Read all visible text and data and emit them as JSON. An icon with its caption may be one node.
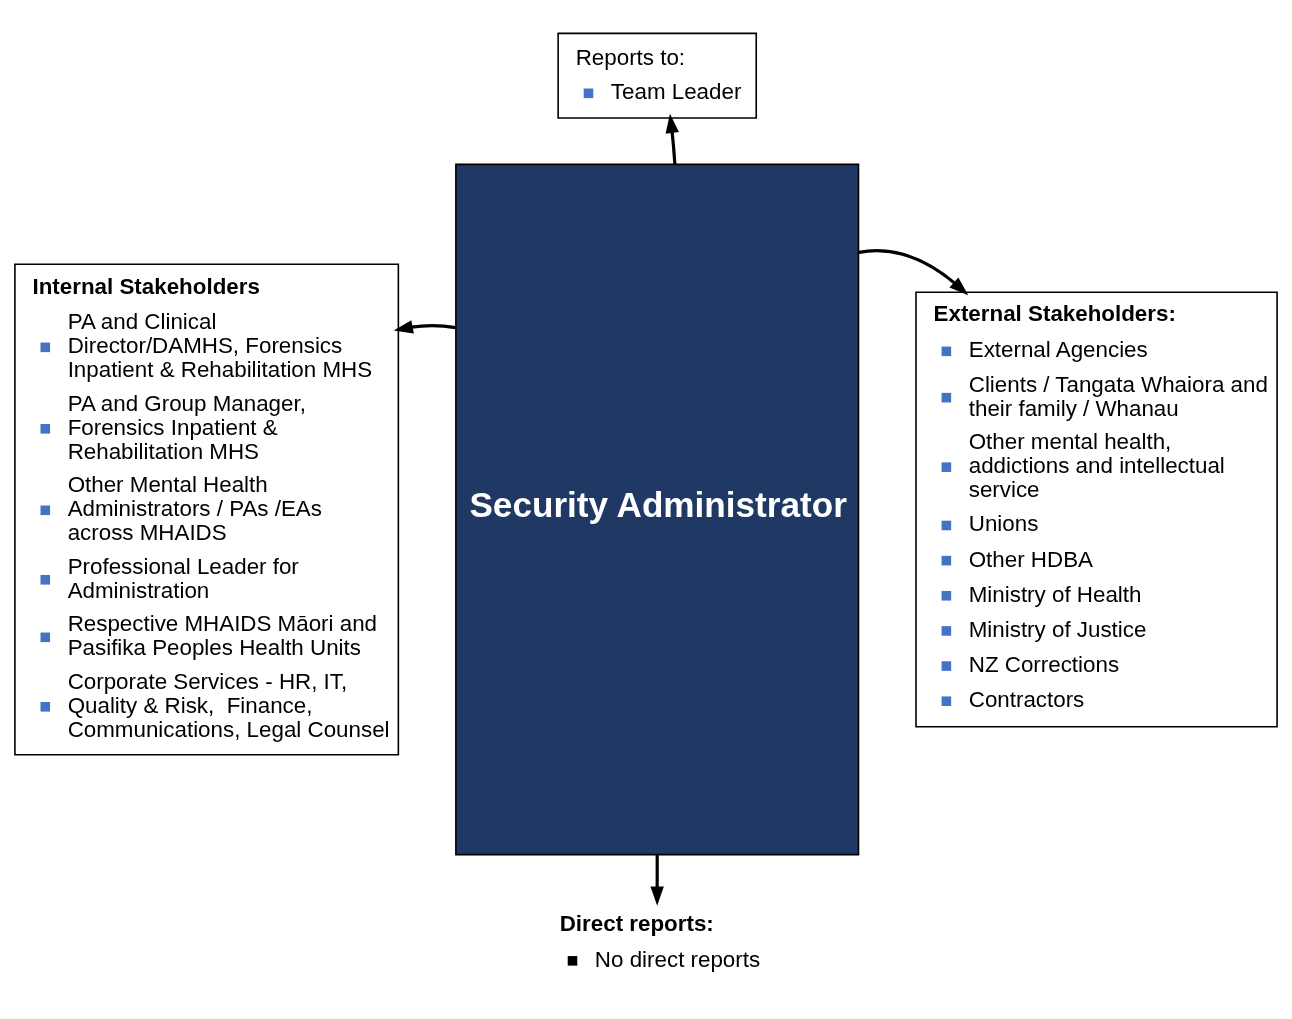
{
  "diagram": {
    "nodes": [
      {
        "text": [
          "Reports to:",
          "Team Leader"
        ]
      },
      {
        "text": [
          "Security Administrator"
        ]
      },
      {
        "text": [
          "Internal Stakeholders",
          "PA and Clinical Director/DAMHS, Forensics Inpatient & Rehabilitation MHS",
          "PA and Group Manager, Forensics Inpatient & Rehabilitation MHS",
          "Other Mental Health Administrators / PAs /EAs across MHAIDS",
          "Professional Leader for Administration",
          "Respective MHAIDS Māori and Pasifika Peoples Health Units",
          "Corporate Services - HR, IT, Quality & Risk,  Finance, Communications, Legal Counsel"
        ]
      },
      {
        "text": [
          "External Stakeholders:",
          "External Agencies",
          "Clients / Tangata Whaiora and their family / Whanau",
          "Other mental health, addictions and intellectual service",
          "Unions",
          "Other HDBA",
          "Ministry of Health",
          "Ministry of Justice",
          "NZ Corrections",
          "Contractors"
        ]
      },
      {
        "text": [
          "Direct reports:",
          "No direct reports"
        ]
      }
    ],
    "edges": [
      {
        "from": 1,
        "to": 0,
        "arrow": "to"
      },
      {
        "from": 1,
        "to": 2,
        "arrow": "to"
      },
      {
        "from": 1,
        "to": 3,
        "arrow": "to"
      },
      {
        "from": 1,
        "to": 4,
        "arrow": "to"
      }
    ]
  }
}
